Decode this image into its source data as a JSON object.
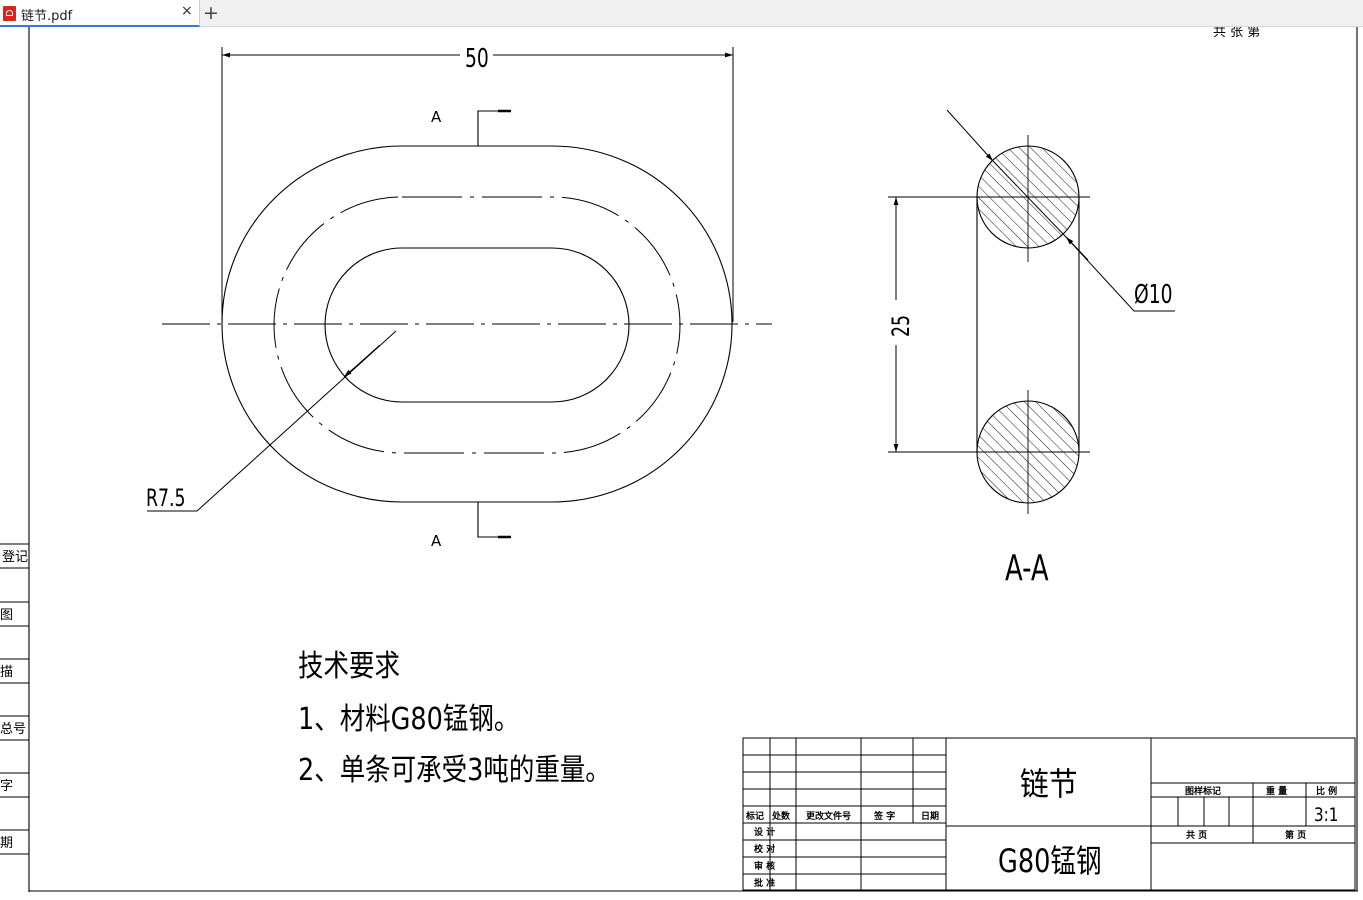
{
  "tab": {
    "title": "链节.pdf",
    "close_glyph": "×",
    "new_tab_glyph": "+"
  },
  "drawing": {
    "top_right_text": "共 张 第",
    "dimensions": {
      "width": "50",
      "height": "25",
      "radius": "R7.5",
      "diameter": "Ø10"
    },
    "section_marks": {
      "top": "A",
      "bottom": "A"
    },
    "section_title": "A-A",
    "tech_requirements": {
      "heading": "技术要求",
      "line1": "1、材料G80锰钢。",
      "line2": "2、单条可承受3吨的重量。"
    },
    "left_strip": {
      "cells": [
        "登记",
        "图",
        "描",
        "总号",
        "字",
        "期"
      ]
    },
    "title_block": {
      "part_name": "链节",
      "material": "G80锰钢",
      "header_labels": [
        "标记",
        "处数",
        "更改文件号",
        "签  字",
        "日期"
      ],
      "sign_rows": [
        "设  计",
        "校  对",
        "审  核",
        "批  准"
      ],
      "right_labels": {
        "mark": "图样标记",
        "weight": "重  量",
        "scale_label": "比  例"
      },
      "scale_value": "3:1",
      "sheet_labels": {
        "total": "共      页",
        "current": "第      页"
      }
    }
  }
}
